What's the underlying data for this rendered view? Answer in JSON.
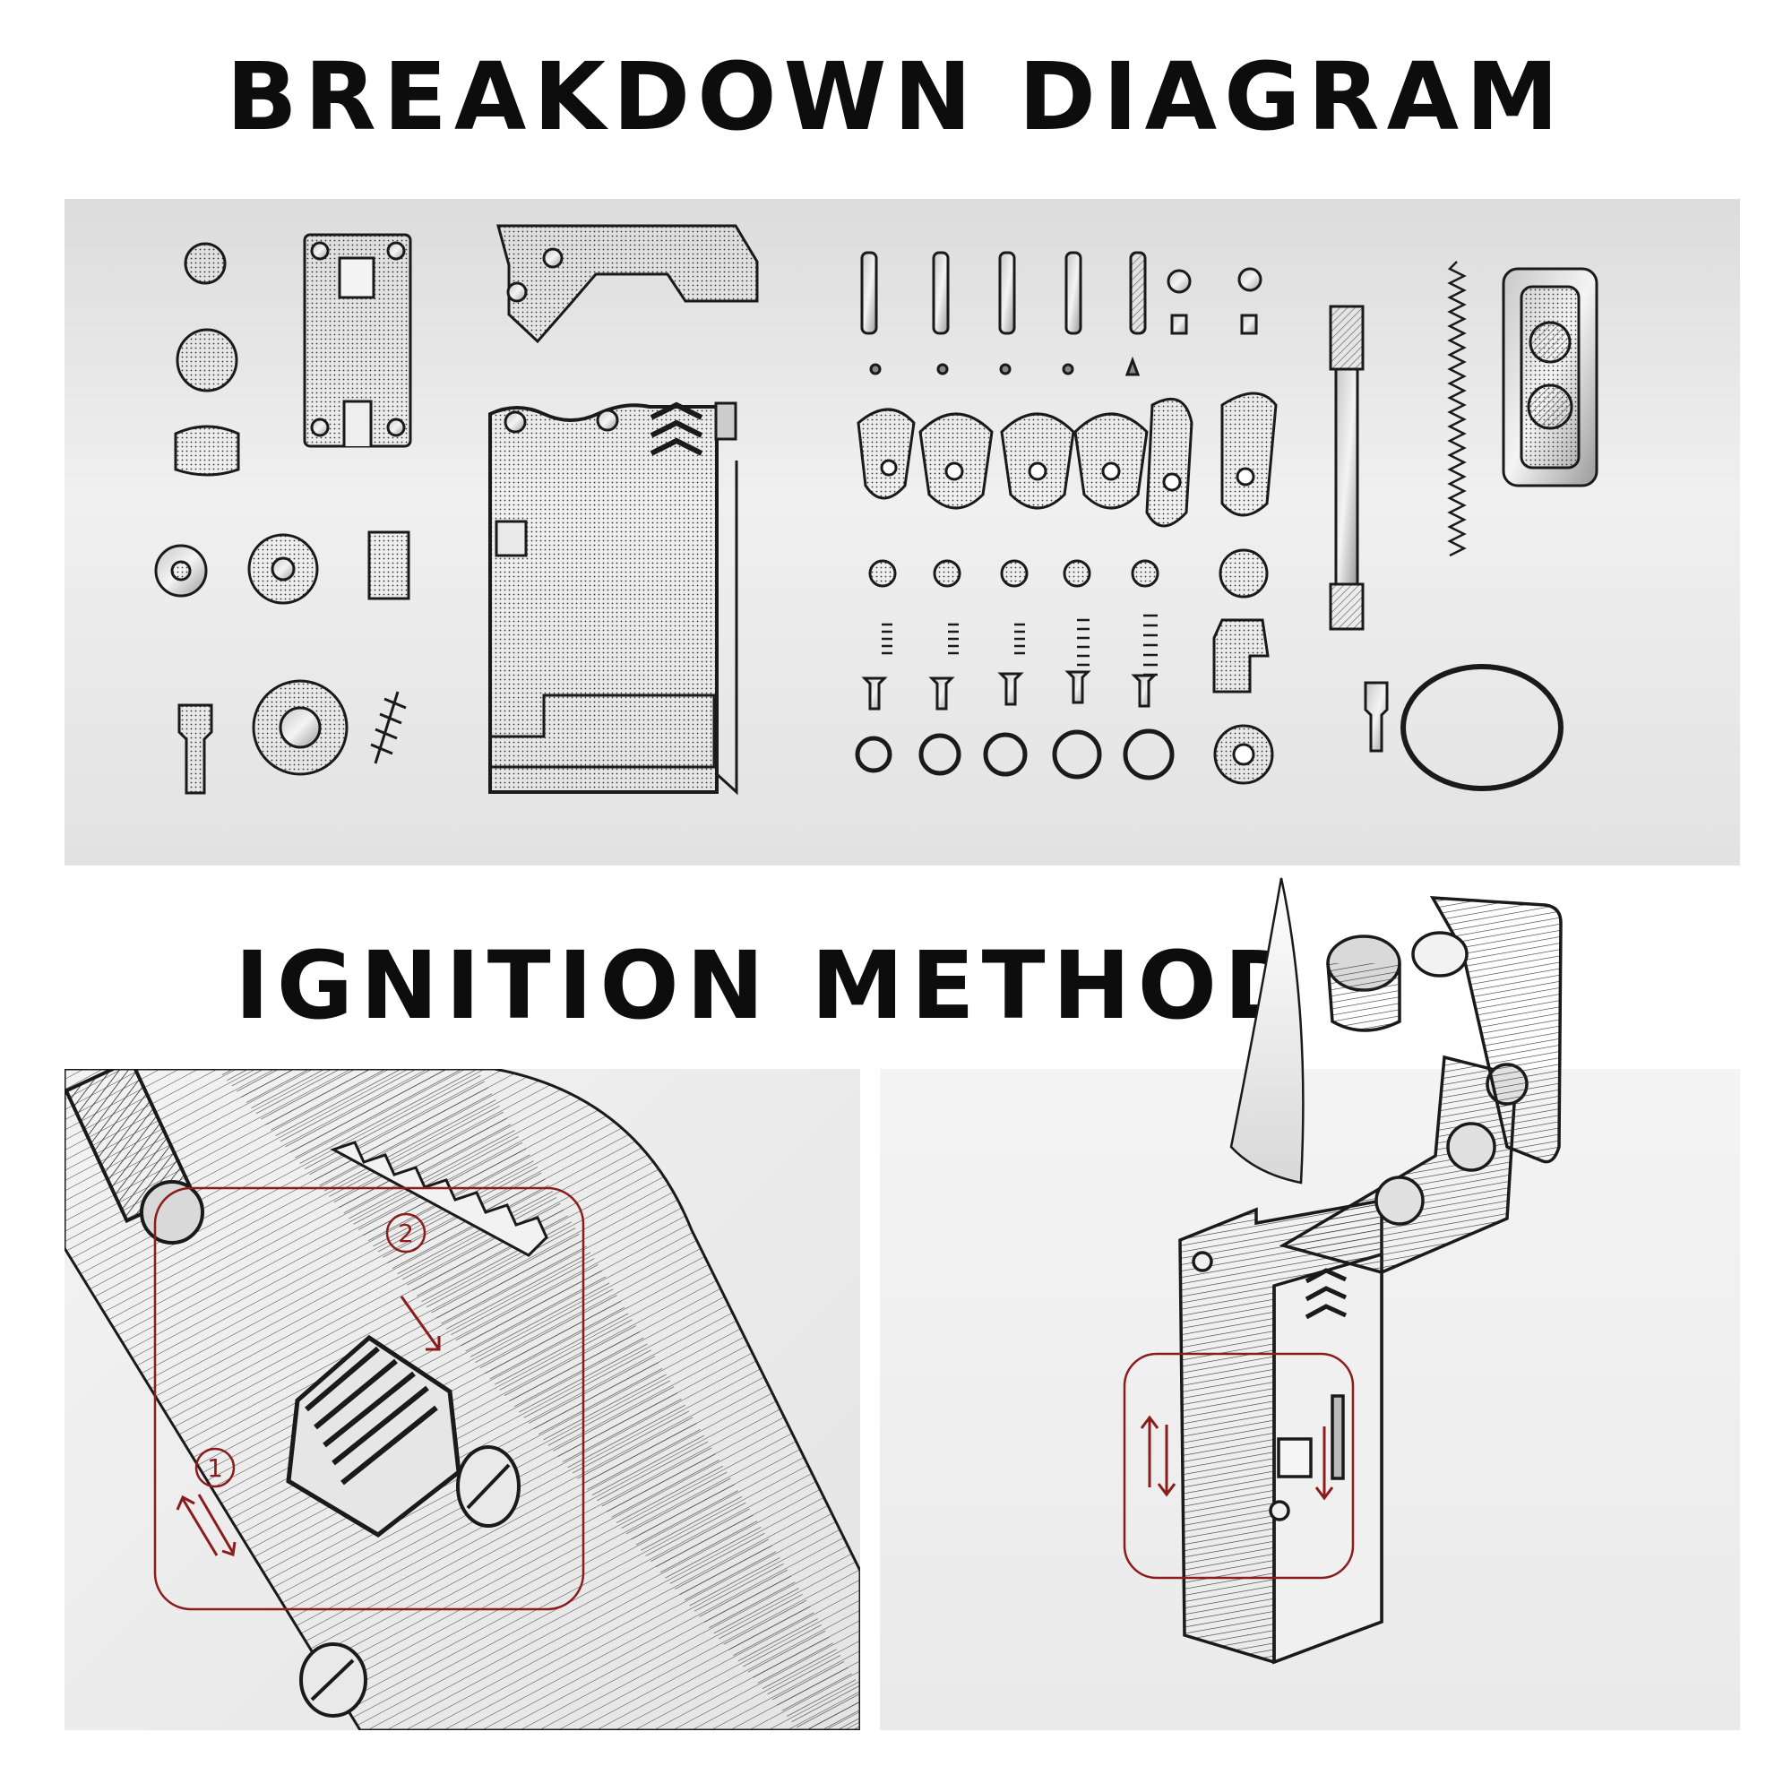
{
  "headings": {
    "breakdown": "BREAKDOWN DIAGRAM",
    "ignition": "IGNITION METHOD"
  },
  "callouts": {
    "step_one": "1",
    "step_two": "2"
  },
  "colors": {
    "callout": "#8b1c1c",
    "ink": "#1a1a1a",
    "heading": "#0d0d0d"
  },
  "icons": {
    "step_one_arrows": "double-arrow-up-down-icon",
    "step_two_arrow": "arrow-down-right-icon",
    "side_arrows": "up-down-arrows-icon"
  }
}
